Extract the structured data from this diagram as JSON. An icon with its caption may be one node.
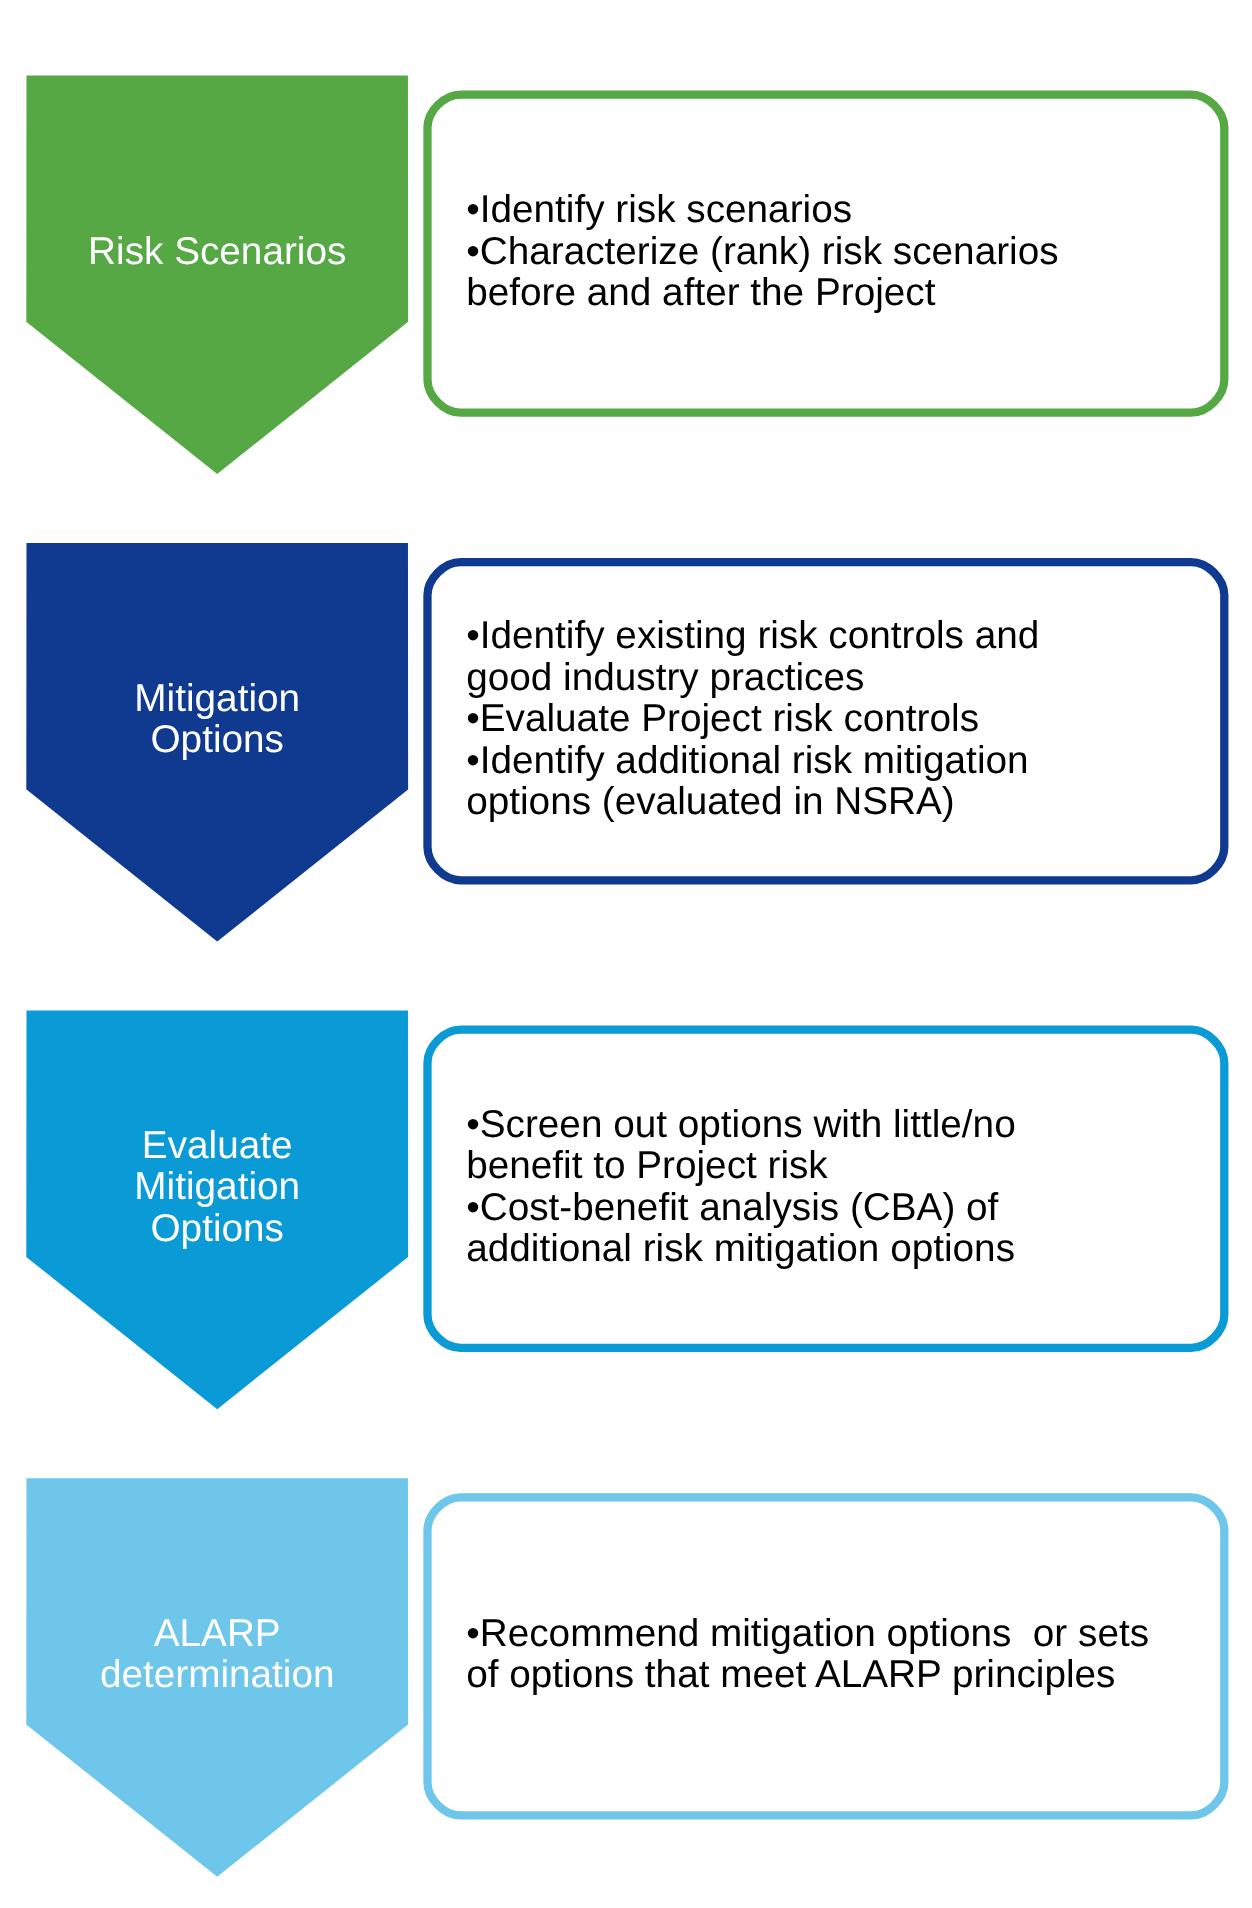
{
  "diagram": {
    "nodes": [
      {
        "text": [
          "Risk Scenarios"
        ]
      },
      {
        "text": [
          "•Identify risk scenarios",
          "•Characterize (rank) risk scenarios before and after the Project"
        ]
      },
      {
        "text": [
          "Mitigation Options"
        ]
      },
      {
        "text": [
          "•Identify existing risk controls and good industry practices",
          "•Evaluate Project risk controls",
          "•Identify additional risk mitigation options (evaluated in NSRA)"
        ]
      },
      {
        "text": [
          "Evaluate Mitigation Options"
        ]
      },
      {
        "text": [
          "•Screen out options with little/no benefit to Project risk",
          "•Cost-benefit analysis (CBA) of additional risk mitigation options"
        ]
      },
      {
        "text": [
          "ALARP determination"
        ]
      },
      {
        "text": [
          "•Recommend mitigation options  or sets of options that meet ALARP principles"
        ]
      }
    ],
    "edges": []
  }
}
